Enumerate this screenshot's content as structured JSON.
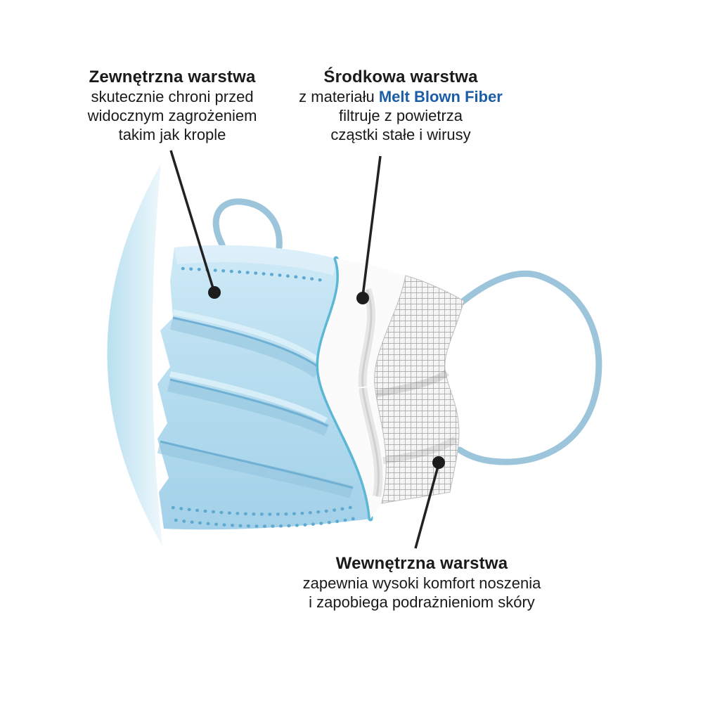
{
  "labels": {
    "outer": {
      "title": "Zewnętrzna warstwa",
      "line1": "skutecznie chroni przed",
      "line2": "widocznym zagrożeniem",
      "line3": "takim jak krople"
    },
    "middle": {
      "title": "Środkowa warstwa",
      "line1_prefix": "z materiału ",
      "line1_highlight": "Melt Blown Fiber",
      "line2": "filtruje z powietrza",
      "line3": "cząstki stałe i wirusy"
    },
    "inner": {
      "title": "Wewnętrzna warstwa",
      "line1": "zapewnia wysoki komfort noszenia",
      "line2": "i zapobiega podrażnieniom skóry"
    }
  },
  "colors": {
    "text": "#1a1a1a",
    "highlight_blue": "#1b5ea6",
    "callout": "#222222",
    "mask_blue": "#b5dcef",
    "mask_edge_teal": "#5cb6d6",
    "ear_loop_blue": "#9cc4da",
    "mesh_gray": "#9e9e9e"
  }
}
